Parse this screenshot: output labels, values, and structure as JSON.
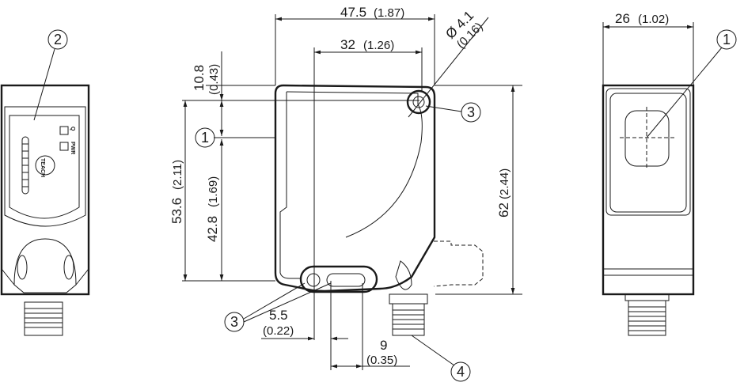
{
  "callouts": {
    "one": "1",
    "two": "2",
    "three": "3",
    "four": "4"
  },
  "dimensions": {
    "width_total": "47.5",
    "width_total_in": "(1.87)",
    "hole_spacing": "32",
    "hole_spacing_in": "(1.26)",
    "hole_diameter": "Ø 4.1",
    "hole_diameter_in": "(0.16)",
    "top_offset": "10.8",
    "top_offset_in": "(0.43)",
    "hole_height": "53.6",
    "hole_height_in": "(2.11)",
    "optical_axis": "42.8",
    "optical_axis_in": "(1.69)",
    "height_total": "62",
    "height_total_in": "(2.44)",
    "hole_offset": "5.5",
    "hole_offset_in": "(0.22)",
    "slot_length": "9",
    "slot_length_in": "(0.35)",
    "depth": "26",
    "depth_in": "(1.02)"
  },
  "panel": {
    "q": "Q",
    "pwr": "PWR",
    "teach": "TEACH"
  }
}
